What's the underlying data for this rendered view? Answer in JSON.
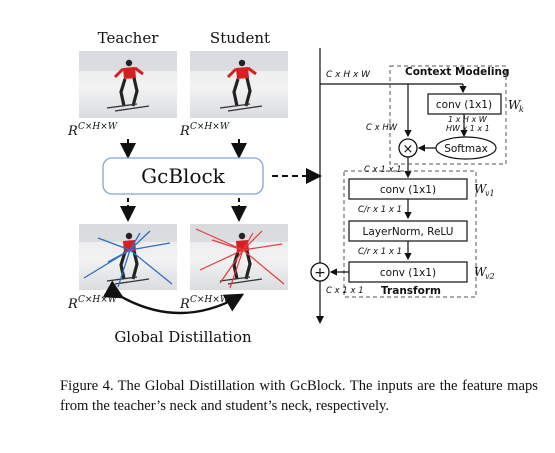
{
  "figure": {
    "left": {
      "teacher_label": "Teacher",
      "student_label": "Student",
      "tensor_label": "R",
      "tensor_sup": "C×H×W",
      "gcblock_label": "GcBlock",
      "global_distillation_label": "Global Distillation"
    },
    "right": {
      "input_dims": "C x H x W",
      "context_modeling_title": "Context Modeling",
      "conv_k_label": "conv (1x1)",
      "wk_label": "W",
      "wk_sub": "k",
      "dims_1xhxw": "1 x H x W",
      "dims_hwx1x1": "HW x 1 x 1",
      "dims_cxhw": "C x HW",
      "softmax_label": "Softmax",
      "dims_cx1x1_top": "C x 1 x 1",
      "conv_v1_label": "conv (1x1)",
      "wv1_label": "W",
      "wv1_sub": "v1",
      "dims_crx1x1_a": "C/r x 1 x 1",
      "layernorm_label": "LayerNorm, ReLU",
      "dims_crx1x1_b": "C/r x 1 x 1",
      "conv_v2_label": "conv (1x1)",
      "wv2_label": "W",
      "wv2_sub": "v2",
      "dims_cx1x1_bottom": "C x 1 x 1",
      "transform_title": "Transform",
      "multiply_symbol": "×",
      "plus_symbol": "+"
    },
    "caption": {
      "prefix": "Figure 4.",
      "text": "The Global Distillation with GcBlock. The inputs are the feature maps from the teacher’s neck and student’s neck, respectively."
    },
    "colors": {
      "teacher_lines": "#2e6fc2",
      "student_lines": "#e8393a",
      "gcblock_border": "#8aa2d6",
      "skier_jacket": "#d42020"
    }
  }
}
